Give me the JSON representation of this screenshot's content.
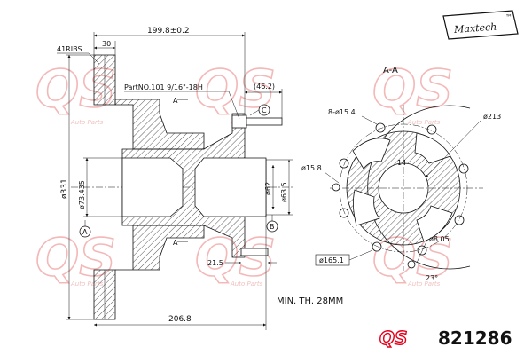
{
  "brand": {
    "logo_text": "Maxtech",
    "logo_mark": "™",
    "watermark_text": "QS",
    "watermark_sub": "Auto Parts",
    "footer_logo": "QS"
  },
  "part_number": "821286",
  "section_label": "A-A",
  "note": "MIN. TH. 28MM",
  "callouts": {
    "ribs": "41RIBS",
    "part_no": "PartNO.101  9/16\"-18H",
    "bolt_holes": "8-ø15.4",
    "dim_bolt_length": "(46.2)",
    "a_mark": "A"
  },
  "dimensions": {
    "width_top": "199.8±0.2",
    "disc_thickness": "30",
    "outer_dia": "ø331",
    "dia_73": "ø73.435",
    "dia_62": "ø62",
    "dia_63": "ø63.5",
    "length_bottom": "206.8",
    "stud_len": "21.5",
    "pcd_213": "ø213",
    "dia_15_8": "ø15.8",
    "hole_14": "14",
    "dia_8_05": "ø8.05",
    "pcd_165": "ø165.1",
    "angle_23": "23°"
  },
  "markers": {
    "a": "A",
    "b": "B",
    "c": "C"
  },
  "colors": {
    "line": "#111111",
    "watermark": "#f3b8b8",
    "logo_red": "#e3001b"
  },
  "icons": {
    "footer_logo": "qs-logo-icon",
    "maxtech_badge": "maxtech-badge-icon"
  }
}
